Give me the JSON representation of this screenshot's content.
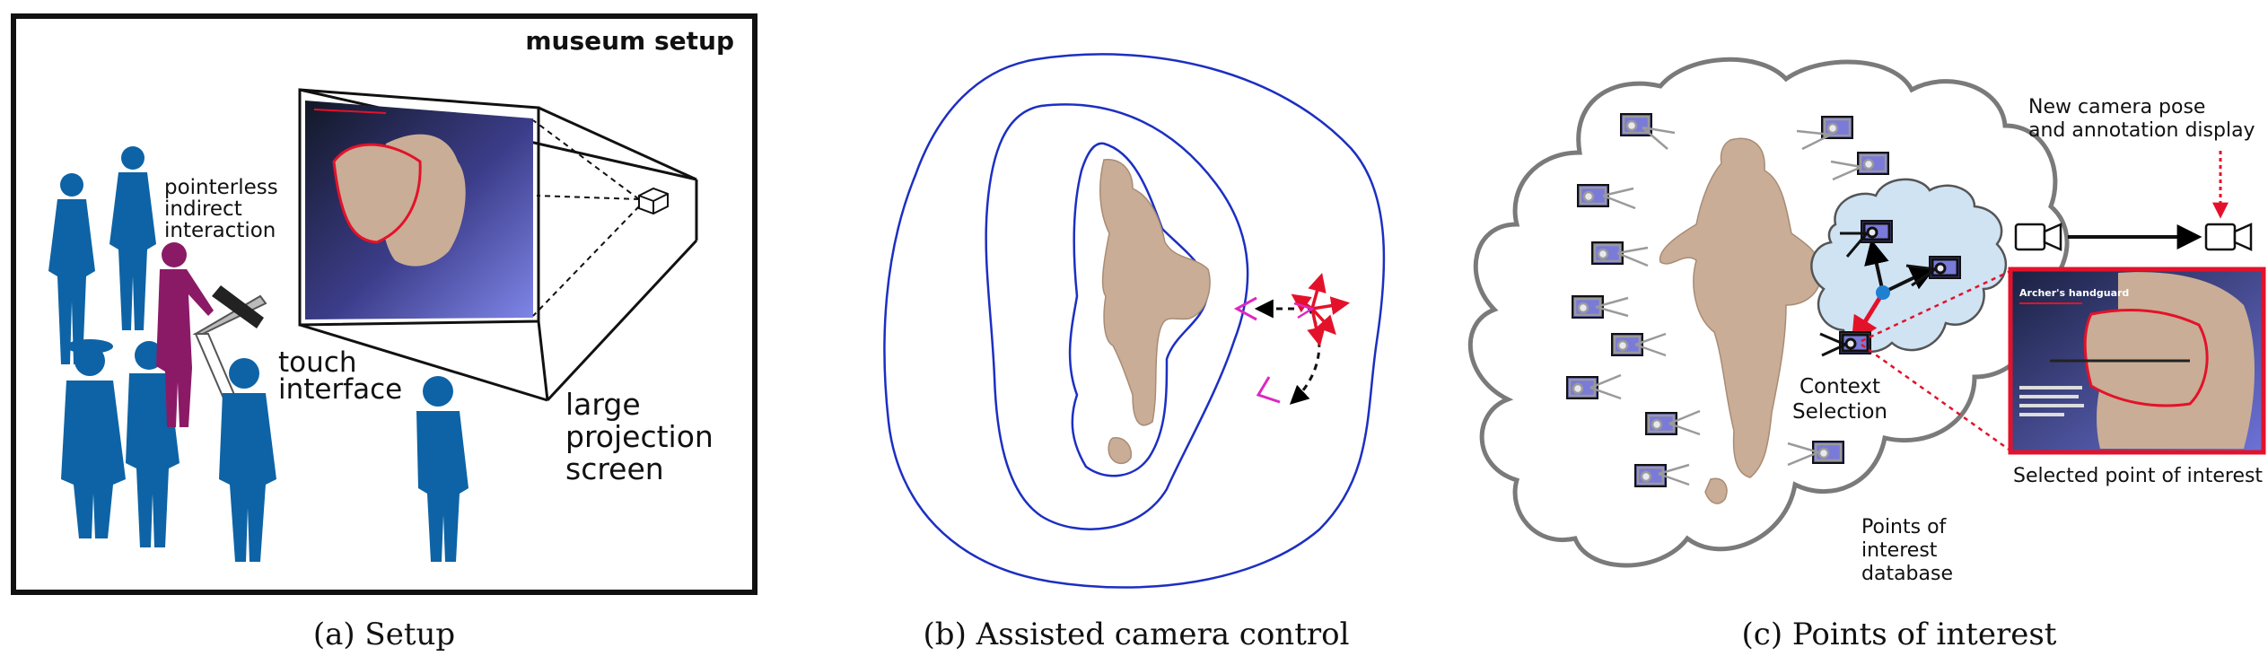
{
  "panel_a": {
    "corner_label": "museum setup",
    "label_interaction_1": "pointerless",
    "label_interaction_2": "indirect",
    "label_interaction_3": "interaction",
    "label_touch_1": "touch",
    "label_touch_2": "interface",
    "label_screen_1": "large",
    "label_screen_2": "projection",
    "label_screen_3": "screen",
    "caption": "(a)  Setup"
  },
  "panel_b": {
    "caption": "(b)  Assisted camera control"
  },
  "panel_c": {
    "label_new_pose_1": "New camera pose",
    "label_new_pose_2": "and annotation display",
    "label_context_1": "Context",
    "label_context_2": "Selection",
    "label_db_1": "Points of",
    "label_db_2": "interest",
    "label_db_3": "database",
    "label_selected": "Selected point of interest",
    "inset_title": "Archer's handguard",
    "caption": "(c)  Points of interest"
  },
  "colors": {
    "person_blue": "#0d63a5",
    "person_purple": "#8b1a66",
    "contour_blue": "#1c2fc2",
    "accent_red": "#e3122a",
    "accent_magenta": "#dd28c0",
    "statue": "#c9ad96",
    "cloud_fill": "#ffffff",
    "context_fill": "#cfe3f3",
    "poi_dot": "#1f7fd0"
  }
}
